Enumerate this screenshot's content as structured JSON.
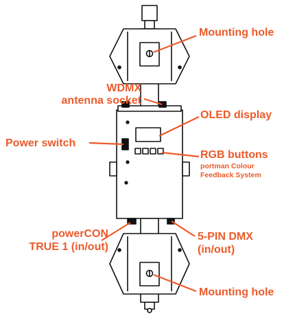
{
  "colors": {
    "accent": "#ec5a2a",
    "line": "#111111",
    "fixture_fill": "#ffffff"
  },
  "labels": {
    "mounting_hole_top": "Mounting hole",
    "wdmx_line1": "WDMX",
    "wdmx_line2": "antenna socket",
    "oled": "OLED display",
    "power_switch": "Power switch",
    "rgb_buttons": "RGB buttons",
    "rgb_sub_line1": "portman Colour",
    "rgb_sub_line2": "Feedback System",
    "powercon_line1": "powerCON",
    "powercon_line2": "TRUE 1 (in/out)",
    "dmx_line1": "5-PIN DMX",
    "dmx_line2": "(in/out)",
    "mounting_hole_bottom": "Mounting hole"
  }
}
